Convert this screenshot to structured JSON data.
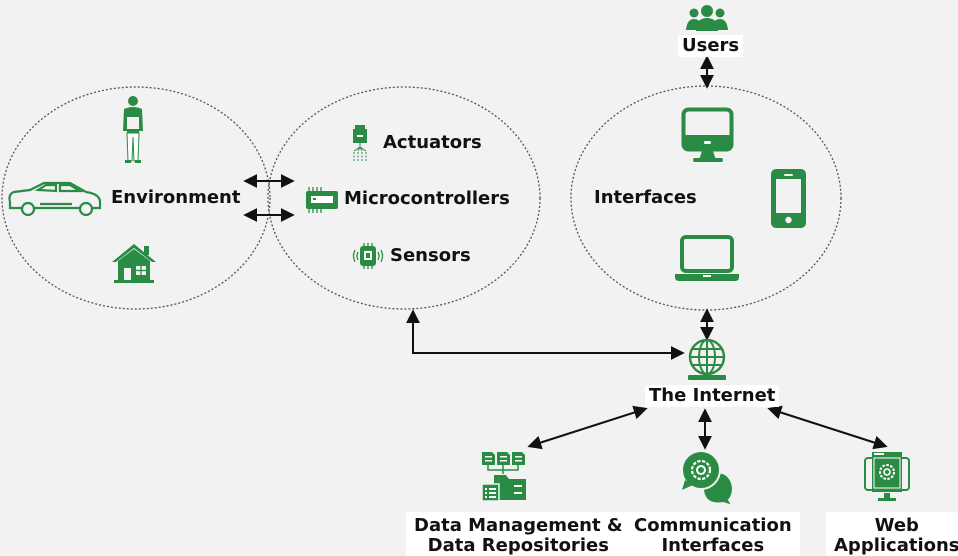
{
  "colors": {
    "background": "#f2f2f2",
    "icon_green": "#2a8c44",
    "arrow": "#111111",
    "ellipse_border": "#555555"
  },
  "groups": {
    "environment": {
      "label": "Environment",
      "icons": [
        "person-icon",
        "car-icon",
        "house-icon"
      ]
    },
    "devices": {
      "items": [
        {
          "label": "Actuators",
          "icon": "actuator-icon"
        },
        {
          "label": "Microcontrollers",
          "icon": "microcontroller-icon"
        },
        {
          "label": "Sensors",
          "icon": "sensor-icon"
        }
      ]
    },
    "interfaces": {
      "label": "Interfaces",
      "icons": [
        "desktop-monitor-icon",
        "smartphone-icon",
        "laptop-icon"
      ]
    }
  },
  "users": {
    "label": "Users",
    "icon": "users-group-icon"
  },
  "internet": {
    "label": "The Internet",
    "icon": "globe-icon"
  },
  "services": [
    {
      "label": "Data Management &\nData Repositories",
      "icon": "data-repository-icon"
    },
    {
      "label": "Communication\nInterfaces",
      "icon": "chat-gear-icon"
    },
    {
      "label": "Web\nApplications",
      "icon": "web-app-monitor-icon"
    }
  ]
}
